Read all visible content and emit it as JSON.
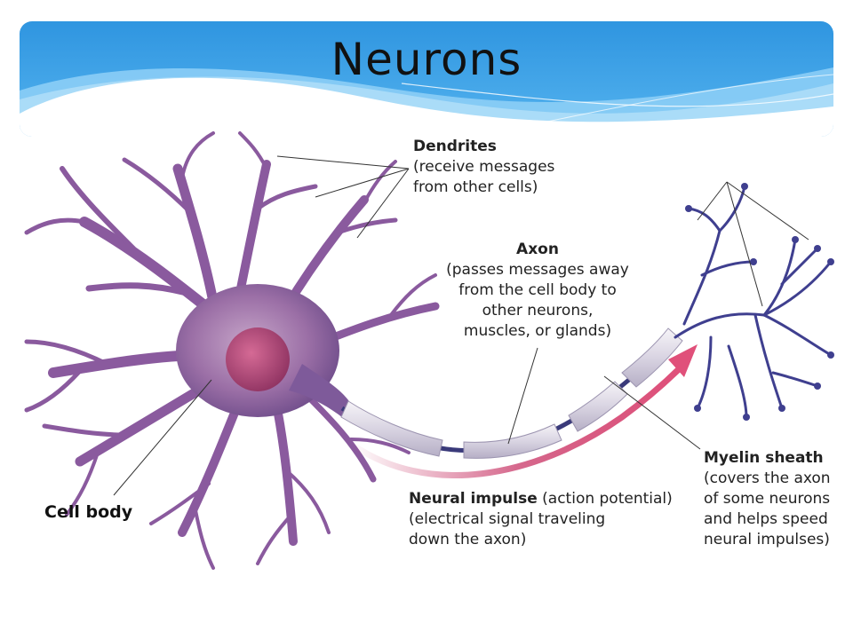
{
  "slide": {
    "title": "Neurons"
  },
  "labels": {
    "dendrites": {
      "heading": "Dendrites",
      "line1": "(receive messages",
      "line2": "from other cells)"
    },
    "axon": {
      "heading": "Axon",
      "line1": "(passes messages away",
      "line2": "from the cell body to",
      "line3": "other neurons,",
      "line4": "muscles, or glands)"
    },
    "myelin": {
      "heading": "Myelin sheath",
      "line1": "(covers the axon",
      "line2": "of some neurons",
      "line3": "and helps speed",
      "line4": "neural impulses)"
    },
    "impulse": {
      "heading": "Neural impulse",
      "heading_rest": " (action potential)",
      "line1": "(electrical signal traveling",
      "line2": "down the axon)"
    },
    "cell_body": "Cell body"
  },
  "colors": {
    "banner_blue": "#3a9ee6",
    "banner_light": "#8fd0f7",
    "neuron_purple": "#8a5a9e",
    "terminal_blue": "#3f3f8f",
    "impulse_red": "#c0305a",
    "myelin": "#e4e1ea"
  }
}
